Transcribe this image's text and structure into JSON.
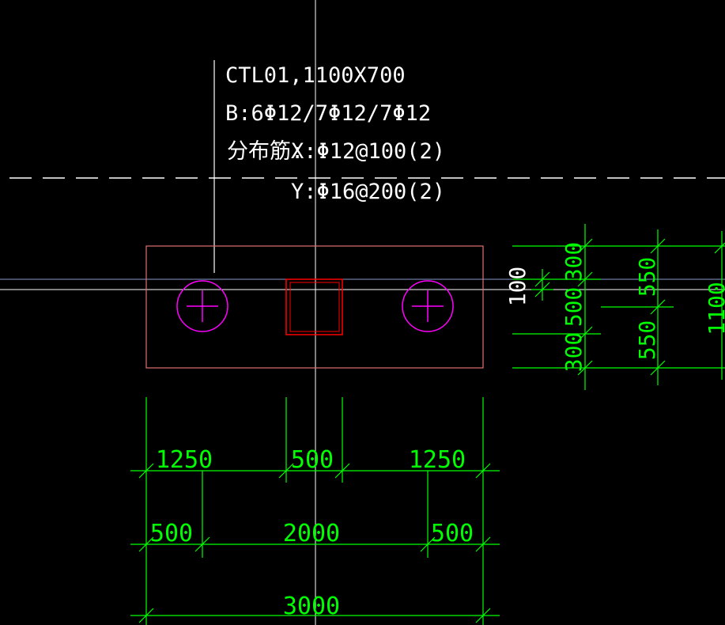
{
  "colors": {
    "background": "#000000",
    "crosshair": "#ffffff",
    "dimension": "#00ff00",
    "cap_outline": "#e07070",
    "pile": "#ff00ff",
    "column": "#ff0000",
    "annotation_text": "#ffffff"
  },
  "annotation": {
    "line1": "CTL01,1100X700",
    "line2": "B:6Φ12/7Φ12/7Φ12",
    "line3_label": "分布筋:",
    "line3_value": "X:Φ12@100(2)",
    "line4_value": "Y:Φ16@200(2)"
  },
  "dimensions": {
    "row1": [
      "1250",
      "500",
      "1250"
    ],
    "row2": [
      "500",
      "2000",
      "500"
    ],
    "row3": [
      "3000"
    ],
    "vertical_left": [
      "300",
      "500",
      "300"
    ],
    "vertical_offset": "100",
    "vertical_mid": [
      "550",
      "550"
    ],
    "vertical_right": "1100"
  }
}
